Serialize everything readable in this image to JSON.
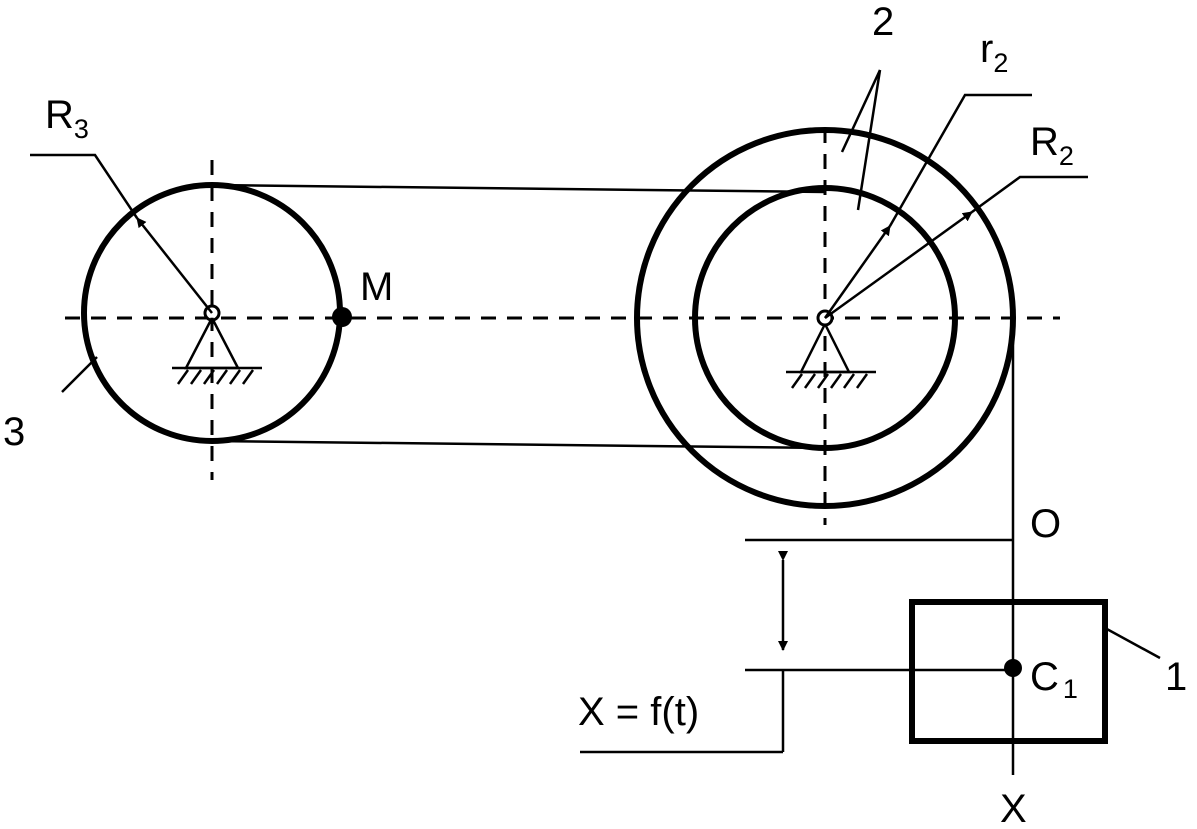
{
  "labels": {
    "body1": "1",
    "body2": "2",
    "body3": "3",
    "point_m": "M",
    "origin": "O",
    "axis_x": "X",
    "r3_main": "R",
    "r3_sub": "3",
    "r2_small_main": "r",
    "r2_small_sub": "2",
    "r2_big_main": "R",
    "r2_big_sub": "2",
    "c1_main": "C",
    "c1_sub": "1",
    "law": "X = f(t)"
  }
}
